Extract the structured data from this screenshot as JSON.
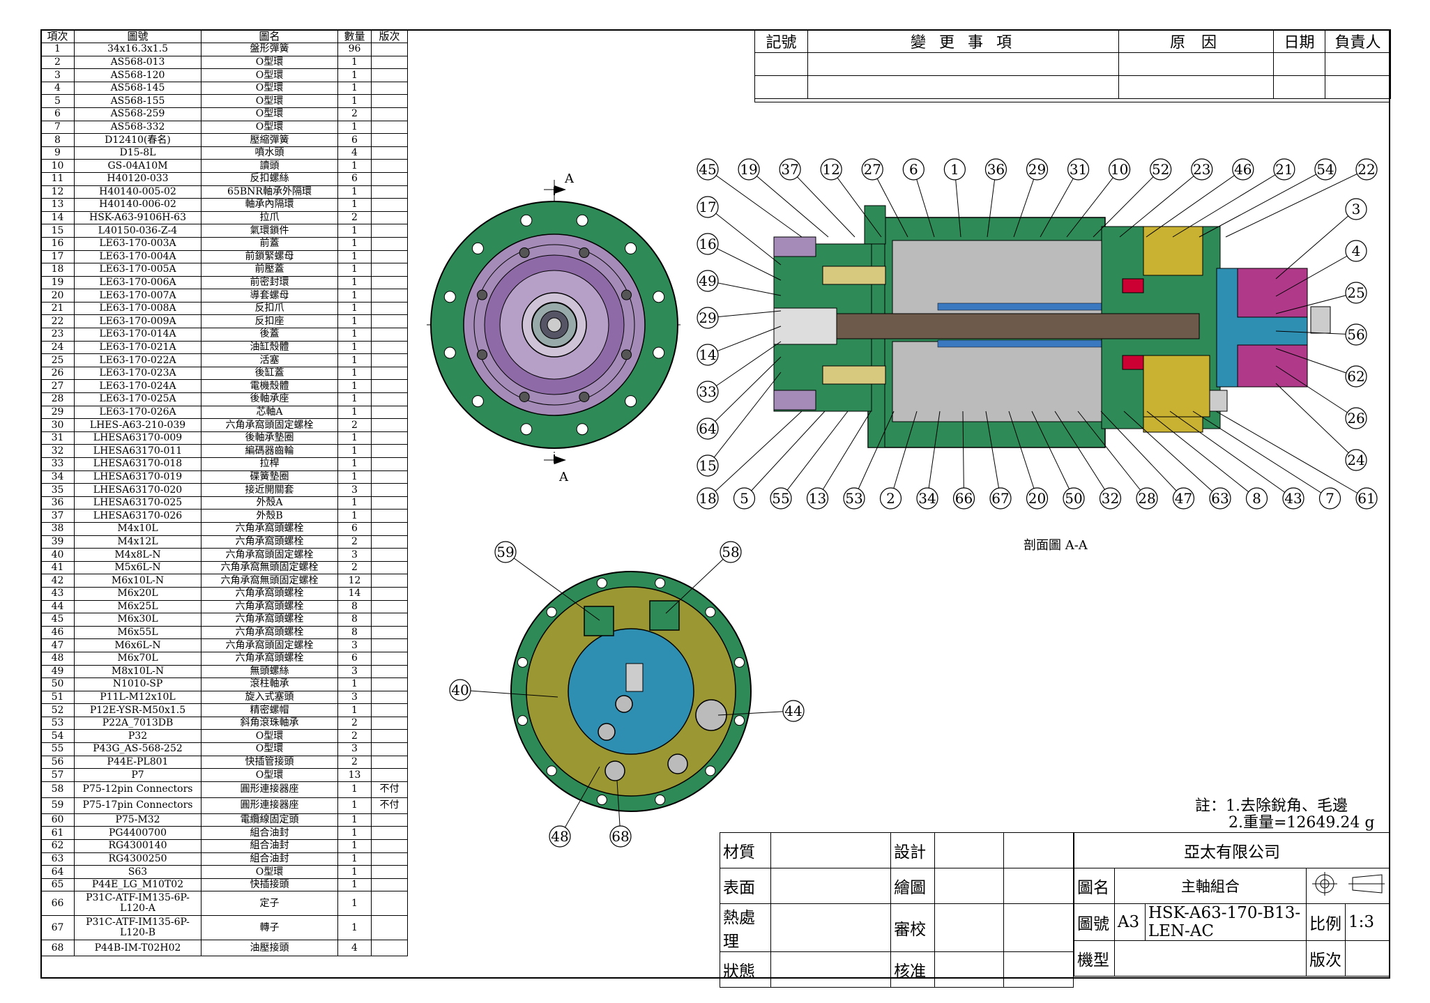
{
  "bom": {
    "headers": [
      "項次",
      "圖號",
      "圖名",
      "數量",
      "版次"
    ],
    "rows": [
      [
        "1",
        "34x16.3x1.5",
        "盤形彈簧",
        "96",
        ""
      ],
      [
        "2",
        "AS568-013",
        "O型環",
        "1",
        ""
      ],
      [
        "3",
        "AS568-120",
        "O型環",
        "1",
        ""
      ],
      [
        "4",
        "AS568-145",
        "O型環",
        "1",
        ""
      ],
      [
        "5",
        "AS568-155",
        "O型環",
        "1",
        ""
      ],
      [
        "6",
        "AS568-259",
        "O型環",
        "2",
        ""
      ],
      [
        "7",
        "AS568-332",
        "O型環",
        "1",
        ""
      ],
      [
        "8",
        "D12410(春名)",
        "壓縮彈簧",
        "6",
        ""
      ],
      [
        "9",
        "D15-8L",
        "噴水頭",
        "4",
        ""
      ],
      [
        "10",
        "GS-04A10M",
        "讀頭",
        "1",
        ""
      ],
      [
        "11",
        "H40120-033",
        "反扣螺絲",
        "6",
        ""
      ],
      [
        "12",
        "H40140-005-02",
        "65BNR軸承外隔環",
        "1",
        ""
      ],
      [
        "13",
        "H40140-006-02",
        "軸承內隔環",
        "1",
        ""
      ],
      [
        "14",
        "HSK-A63-9106H-63",
        "拉爪",
        "2",
        ""
      ],
      [
        "15",
        "L40150-036-Z-4",
        "氣環鎖件",
        "1",
        ""
      ],
      [
        "16",
        "LE63-170-003A",
        "前蓋",
        "1",
        ""
      ],
      [
        "17",
        "LE63-170-004A",
        "前鎖緊螺母",
        "1",
        ""
      ],
      [
        "18",
        "LE63-170-005A",
        "前壓蓋",
        "1",
        ""
      ],
      [
        "19",
        "LE63-170-006A",
        "前密封環",
        "1",
        ""
      ],
      [
        "20",
        "LE63-170-007A",
        "導套螺母",
        "1",
        ""
      ],
      [
        "21",
        "LE63-170-008A",
        "反扣爪",
        "1",
        ""
      ],
      [
        "22",
        "LE63-170-009A",
        "反扣座",
        "1",
        ""
      ],
      [
        "23",
        "LE63-170-014A",
        "後蓋",
        "1",
        ""
      ],
      [
        "24",
        "LE63-170-021A",
        "油缸殼體",
        "1",
        ""
      ],
      [
        "25",
        "LE63-170-022A",
        "活塞",
        "1",
        ""
      ],
      [
        "26",
        "LE63-170-023A",
        "後缸蓋",
        "1",
        ""
      ],
      [
        "27",
        "LE63-170-024A",
        "電機殼體",
        "1",
        ""
      ],
      [
        "28",
        "LE63-170-025A",
        "後軸承座",
        "1",
        ""
      ],
      [
        "29",
        "LE63-170-026A",
        "芯軸A",
        "1",
        ""
      ],
      [
        "30",
        "LHES-A63-210-039",
        "六角承窩頭固定螺栓",
        "2",
        ""
      ],
      [
        "31",
        "LHESA63170-009",
        "後軸承墊圈",
        "1",
        ""
      ],
      [
        "32",
        "LHESA63170-011",
        "編碼器齒輪",
        "1",
        ""
      ],
      [
        "33",
        "LHESA63170-018",
        "拉桿",
        "1",
        ""
      ],
      [
        "34",
        "LHESA63170-019",
        "碟簧墊圈",
        "1",
        ""
      ],
      [
        "35",
        "LHESA63170-020",
        "接近開關套",
        "3",
        ""
      ],
      [
        "36",
        "LHESA63170-025",
        "外殼A",
        "1",
        ""
      ],
      [
        "37",
        "LHESA63170-026",
        "外殼B",
        "1",
        ""
      ],
      [
        "38",
        "M4x10L",
        "六角承窩頭螺栓",
        "6",
        ""
      ],
      [
        "39",
        "M4x12L",
        "六角承窩頭螺栓",
        "2",
        ""
      ],
      [
        "40",
        "M4x8L-N",
        "六角承窩頭固定螺栓",
        "3",
        ""
      ],
      [
        "41",
        "M5x6L-N",
        "六角承窩無頭固定螺栓",
        "2",
        ""
      ],
      [
        "42",
        "M6x10L-N",
        "六角承窩無頭固定螺栓",
        "12",
        ""
      ],
      [
        "43",
        "M6x20L",
        "六角承窩頭螺栓",
        "14",
        ""
      ],
      [
        "44",
        "M6x25L",
        "六角承窩頭螺栓",
        "8",
        ""
      ],
      [
        "45",
        "M6x30L",
        "六角承窩頭螺栓",
        "8",
        ""
      ],
      [
        "46",
        "M6x55L",
        "六角承窩頭螺栓",
        "8",
        ""
      ],
      [
        "47",
        "M6x6L-N",
        "六角承窩頭固定螺栓",
        "3",
        ""
      ],
      [
        "48",
        "M6x70L",
        "六角承窩頭螺栓",
        "6",
        ""
      ],
      [
        "49",
        "M8x10L-N",
        "無頭螺絲",
        "3",
        ""
      ],
      [
        "50",
        "N1010-SP",
        "滾柱軸承",
        "1",
        ""
      ],
      [
        "51",
        "P11L-M12x10L",
        "旋入式塞頭",
        "3",
        ""
      ],
      [
        "52",
        "P12E-YSR-M50x1.5",
        "精密螺帽",
        "1",
        ""
      ],
      [
        "53",
        "P22A_7013DB",
        "斜角滾珠軸承",
        "2",
        ""
      ],
      [
        "54",
        "P32",
        "O型環",
        "2",
        ""
      ],
      [
        "55",
        "P43G_AS-568-252",
        "O型環",
        "3",
        ""
      ],
      [
        "56",
        "P44E-PL801",
        "快插管接頭",
        "2",
        ""
      ],
      [
        "57",
        "P7",
        "O型環",
        "13",
        ""
      ],
      [
        "58",
        "P75-12pin Connectors",
        "圓形連接器座",
        "1",
        "不付"
      ],
      [
        "59",
        "P75-17pin Connectors",
        "圓形連接器座",
        "1",
        "不付"
      ],
      [
        "60",
        "P75-M32",
        "電纜線固定頭",
        "1",
        ""
      ],
      [
        "61",
        "PG4400700",
        "組合油封",
        "1",
        ""
      ],
      [
        "62",
        "RG4300140",
        "組合油封",
        "1",
        ""
      ],
      [
        "63",
        "RG4300250",
        "組合油封",
        "1",
        ""
      ],
      [
        "64",
        "S63",
        "O型環",
        "1",
        ""
      ],
      [
        "65",
        "P44E_LG_M10T02",
        "快插接頭",
        "1",
        ""
      ],
      [
        "66",
        "P31C-ATF-IM135-6P-L120-A",
        "定子",
        "1",
        ""
      ],
      [
        "67",
        "P31C-ATF-IM135-6P-L120-B",
        "轉子",
        "1",
        ""
      ],
      [
        "68",
        "P44B-IM-T02H02",
        "油壓接頭",
        "4",
        ""
      ]
    ]
  },
  "revision": {
    "headers": [
      "記號",
      "變 更 事 項",
      "原 因",
      "日期",
      "負責人"
    ]
  },
  "views": {
    "section_marker": "A",
    "section_caption": "剖面圖 A-A",
    "section_balloons_top": [
      "45",
      "19",
      "37",
      "12",
      "27",
      "6",
      "1",
      "36",
      "29",
      "31",
      "10",
      "52",
      "23",
      "46",
      "21",
      "54",
      "22"
    ],
    "section_balloons_left": [
      "17",
      "16",
      "49",
      "29",
      "14",
      "33",
      "64",
      "15"
    ],
    "section_balloons_right": [
      "3",
      "4",
      "25",
      "56",
      "62",
      "26",
      "24"
    ],
    "section_balloons_bottom": [
      "18",
      "5",
      "55",
      "13",
      "53",
      "2",
      "34",
      "66",
      "67",
      "20",
      "50",
      "32",
      "28",
      "47",
      "63",
      "8",
      "43",
      "7",
      "61"
    ],
    "rear_balloons": [
      "59",
      "58",
      "40",
      "44",
      "48",
      "68"
    ]
  },
  "notes": {
    "line1": "註：1.去除銳角、毛邊",
    "line2": "2.重量=12649.24 g"
  },
  "title_block": {
    "material_label": "材質",
    "surface_label": "表面",
    "heat_label": "熱處理",
    "status_label": "狀態",
    "design_label": "設計",
    "drawn_label": "繪圖",
    "check_label": "審校",
    "approve_label": "核准",
    "company": "亞太有限公司",
    "name_label": "圖名",
    "name_value": "主軸組合",
    "number_label": "圖號",
    "paper_size": "A3",
    "number_value": "HSK-A63-170-B13-LEN-AC",
    "scale_label": "比例",
    "scale_value": "1:3",
    "model_label": "機型",
    "version_label": "版次"
  }
}
